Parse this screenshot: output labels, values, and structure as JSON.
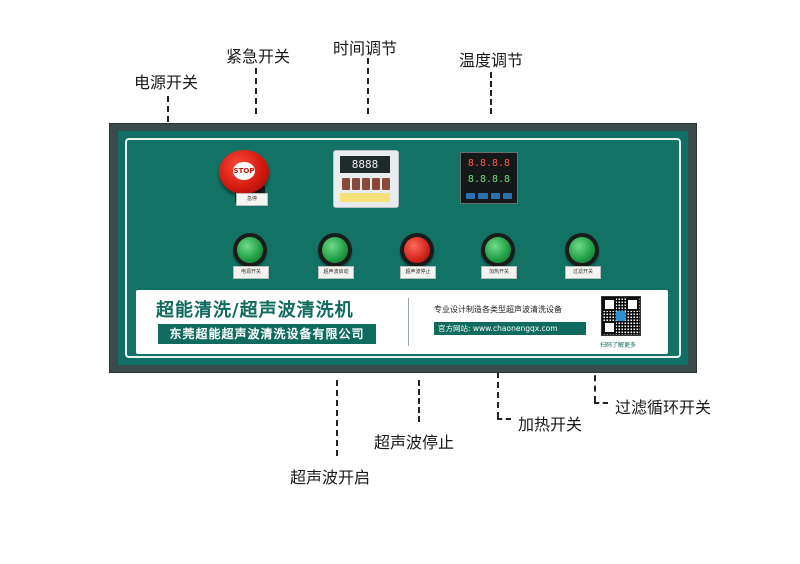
{
  "callouts": {
    "emergency_switch": "紧急开关",
    "time_adjust": "时间调节",
    "power_switch": "电源开关",
    "temp_adjust": "温度调节",
    "ultrasonic_start": "超声波开启",
    "ultrasonic_stop": "超声波停止",
    "heating_switch": "加热开关",
    "filter_cycle_switch": "过滤循环开关"
  },
  "panel": {
    "stop_button": {
      "face_label": "STOP",
      "tag": "急停"
    },
    "timer": {
      "display": "8888"
    },
    "temp_controller": {
      "row1": "8.8.8.8",
      "row2": "8.8.8.8"
    },
    "buttons": [
      {
        "tag": "电源开关",
        "color": "green"
      },
      {
        "tag": "超声波启动",
        "color": "green"
      },
      {
        "tag": "超声波停止",
        "color": "red"
      },
      {
        "tag": "加热开关",
        "color": "green"
      },
      {
        "tag": "过滤开关",
        "color": "green"
      }
    ]
  },
  "banner": {
    "title": "超能清洗/超声波清洗机",
    "company": "东莞超能超声波清洗设备有限公司",
    "slogan": "专业设计制造各类型超声波清洗设备",
    "website": "官方网站: www.chaonengqx.com",
    "qr_caption": "扫码了解更多"
  },
  "colors": {
    "panel_green": "#127365",
    "brand_green": "#0f6b5e",
    "button_green": "#1e9b43",
    "button_red": "#d2231a",
    "stop_red": "#d41a10"
  }
}
